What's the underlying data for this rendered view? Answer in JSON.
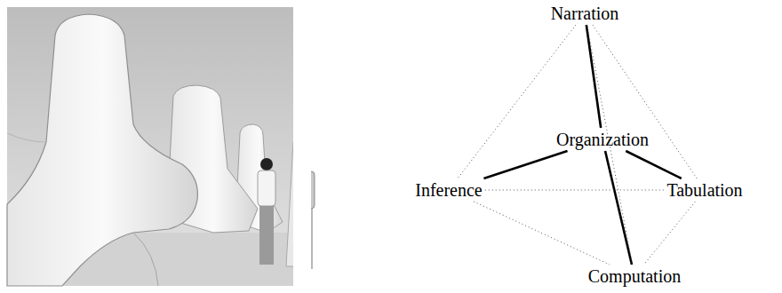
{
  "diagram": {
    "nodes": [
      {
        "text": [
          "Narration"
        ]
      },
      {
        "text": [
          "Organization"
        ]
      },
      {
        "text": [
          "Inference"
        ]
      },
      {
        "text": [
          "Tabulation"
        ]
      },
      {
        "text": [
          "Computation"
        ]
      }
    ],
    "edges": [
      {
        "from": 0,
        "to": 1,
        "arrow": "none"
      },
      {
        "from": 1,
        "to": 2,
        "arrow": "none"
      },
      {
        "from": 1,
        "to": 3,
        "arrow": "none"
      },
      {
        "from": 1,
        "to": 4,
        "arrow": "none"
      },
      {
        "from": 0,
        "to": 2,
        "arrow": "none"
      },
      {
        "from": 0,
        "to": 3,
        "arrow": "none"
      },
      {
        "from": 0,
        "to": 4,
        "arrow": "none"
      },
      {
        "from": 2,
        "to": 3,
        "arrow": "none"
      },
      {
        "from": 2,
        "to": 4,
        "arrow": "none"
      },
      {
        "from": 3,
        "to": 4,
        "arrow": "none"
      }
    ]
  }
}
